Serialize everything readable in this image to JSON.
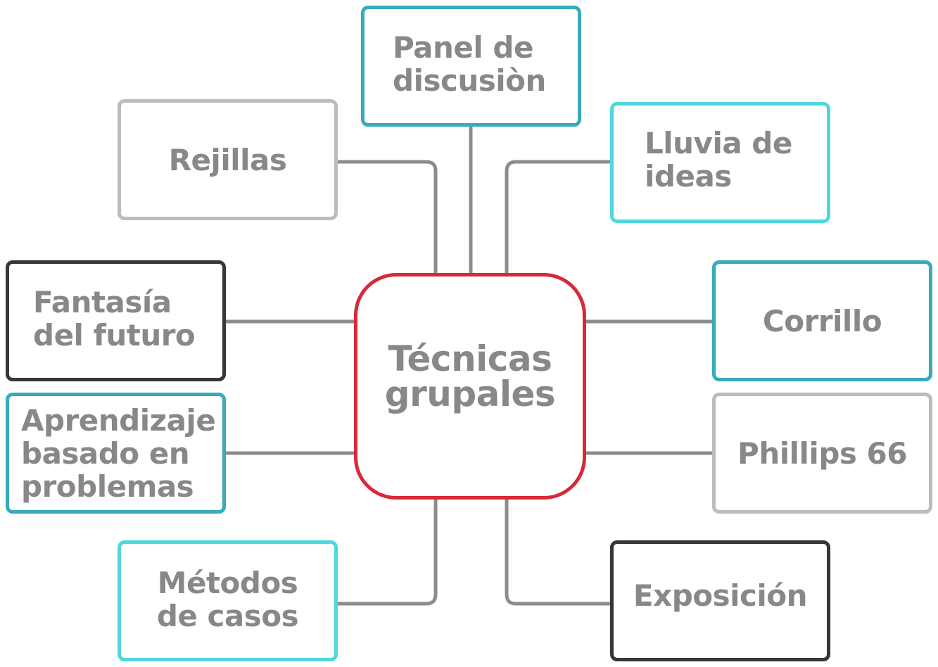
{
  "colors": {
    "connector": "#8c8c8c",
    "center_border": "#d62a38",
    "teal_dark": "#37acb9",
    "teal_light": "#4fd8dc",
    "gray_light": "#bcbcbc",
    "charcoal": "#33383c",
    "text": "#888888"
  },
  "center": {
    "label": "Técnicas\ngrupales"
  },
  "nodes": {
    "panel": {
      "label": "Panel de\ndiscusiòn",
      "border": "#37acb9"
    },
    "rejillas": {
      "label": "Rejillas",
      "border": "#bcbcbc"
    },
    "lluvia": {
      "label": "Lluvia de\nideas",
      "border": "#4fd8dc"
    },
    "fantasia": {
      "label": "Fantasía\ndel futuro",
      "border": "#33383c"
    },
    "corrillo": {
      "label": "Corrillo",
      "border": "#37acb9"
    },
    "aprendizaje": {
      "label": "Aprendizaje\nbasado en\nproblemas",
      "border": "#37acb9"
    },
    "phillips": {
      "label": "Phillips 66",
      "border": "#bcbcbc"
    },
    "metodos": {
      "label": "Métodos\nde casos",
      "border": "#4fd8dc"
    },
    "exposicion": {
      "label": "Exposición",
      "border": "#33383c"
    }
  }
}
